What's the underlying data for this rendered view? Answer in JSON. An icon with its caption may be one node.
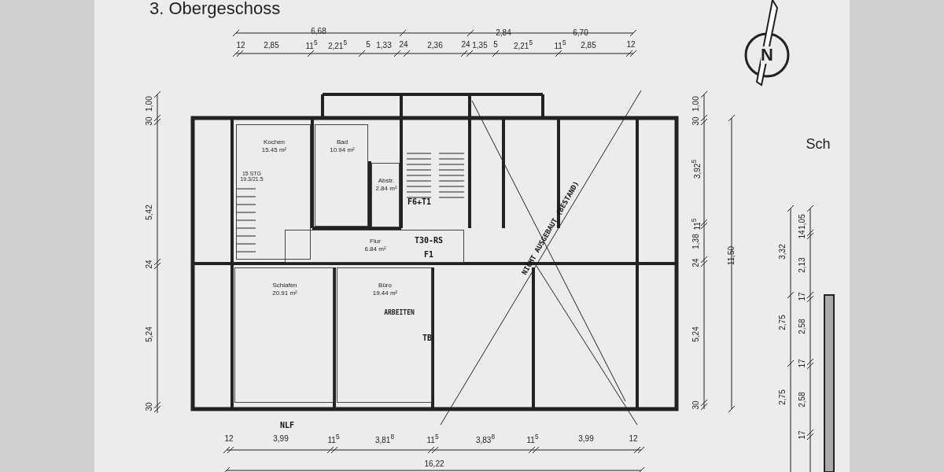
{
  "diagram": {
    "title": "3. Obergeschoss",
    "nodes": [
      {
        "text": [
          "Kochen",
          "15.45 m²"
        ]
      },
      {
        "text": [
          "Bad",
          "10.94 m²"
        ]
      },
      {
        "text": [
          "Abstr.",
          "2.84 m²"
        ]
      },
      {
        "text": [
          "Flur",
          "6.84 m²"
        ]
      },
      {
        "text": [
          "Schlafen",
          "20.91 m²"
        ]
      },
      {
        "text": [
          "Büro",
          "19.44 m²",
          "ARBEITEN"
        ]
      }
    ],
    "labels": [
      "6,68",
      "2,84",
      "6,70",
      "12",
      "2,85",
      "11$^{5}$",
      "2,21$^{5}$",
      "5",
      "1,33",
      "24",
      "2,36",
      "24",
      "1,35",
      "5",
      "2,21$^{5}$",
      "11$^{5}$",
      "2,85",
      "12",
      "N",
      "1,00",
      "30",
      "5,42",
      "24",
      "5,24",
      "30",
      "1,00",
      "30",
      "3,92$^{5}$",
      "11$^{5}$",
      "1,38",
      "24",
      "5,24",
      "30",
      "11,50",
      "Sch",
      "3,32",
      "2,75",
      "2,75",
      "1,05",
      "14",
      "2,13",
      "17",
      "2,58",
      "17",
      "2,58",
      "17",
      "15 STG 19.3/21.5",
      "F6+T1",
      "T30-RS",
      "F1",
      "NICHT AUSGEBAUT (BESTAND)",
      "TB",
      "NLF",
      "12",
      "3,99",
      "11$^{5}$",
      "3,81$^{8}$",
      "11$^{5}$",
      "3,83$^{8}$",
      "11$^{5}$",
      "3,99",
      "12",
      "16,22"
    ]
  }
}
